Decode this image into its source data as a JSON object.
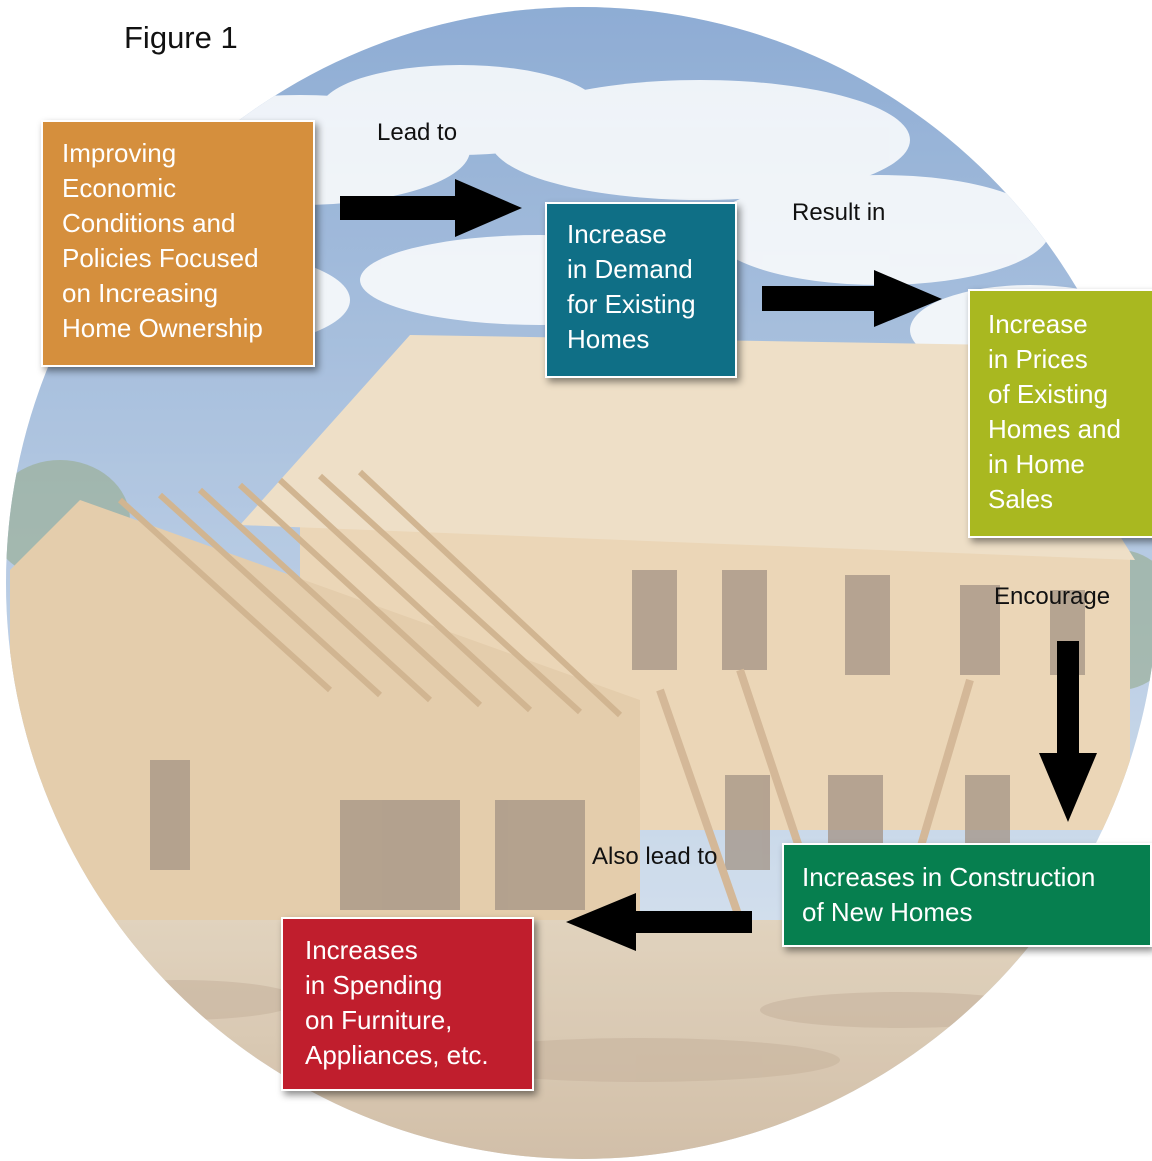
{
  "figure_label": "Figure 1",
  "nodes": {
    "economic": {
      "text": "Improving\nEconomic\nConditions and\nPolicies Focused\non Increasing\nHome Ownership",
      "color": "#d58f3d"
    },
    "demand": {
      "text": "Increase\nin Demand\nfor Existing\nHomes",
      "color": "#0f6f86"
    },
    "prices": {
      "text": "Increase\nin Prices\nof Existing\nHomes and\nin Home\nSales",
      "color": "#a9b820"
    },
    "construction": {
      "text": "Increases in Construction\nof New Homes",
      "color": "#067f4f"
    },
    "spending": {
      "text": "Increases\nin Spending\non Furniture,\nAppliances, etc.",
      "color": "#c01e2d"
    }
  },
  "edges": {
    "lead_to": "Lead to",
    "result_in": "Result in",
    "encourage": "Encourage",
    "also_lead_to": "Also lead to"
  },
  "colors": {
    "sky_top": "#6e95c8",
    "sky_bottom": "#dbe6f0",
    "wood": "#e2c49b",
    "ground": "#cdb89e",
    "arrow": "#000000"
  }
}
